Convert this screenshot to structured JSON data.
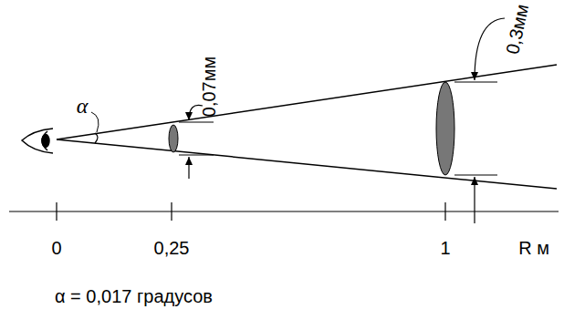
{
  "diagram": {
    "labels": [
      "α",
      "0,07мм",
      "0,3мм",
      "0",
      "0,25",
      "1",
      "R м",
      "α = 0,017 градусов"
    ]
  }
}
